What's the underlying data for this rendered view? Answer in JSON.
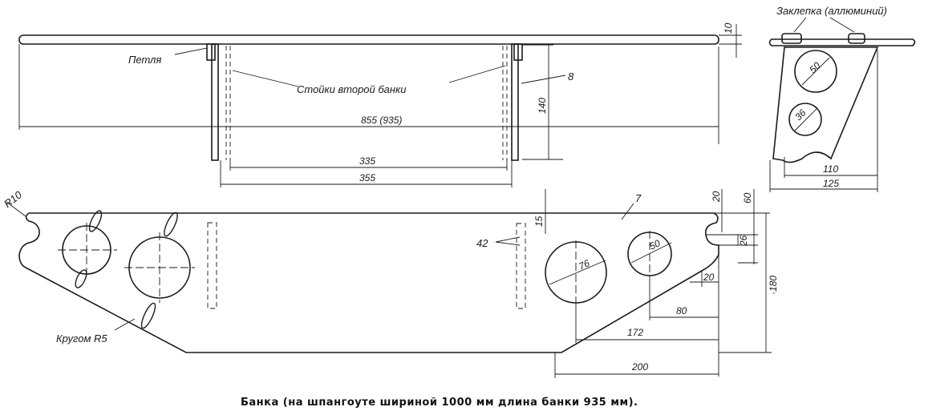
{
  "labels": {
    "loop": "Петля",
    "rivet": "Заклепка (аллюминий)",
    "posts": "Стойки второй банки",
    "part_8": "8",
    "part_7": "7",
    "part_42": "42",
    "fillet": "R10",
    "round": "Кругом R5"
  },
  "dimensions": {
    "d_10": "10",
    "d_140": "140",
    "d_855": "855 (935)",
    "d_335": "335",
    "d_355": "355",
    "d_50_top": "50",
    "d_36": "36",
    "d_110": "110",
    "d_125": "125",
    "d_15": "15",
    "d_20a": "20",
    "d_60": "60",
    "d_26": "26",
    "d_76": "76",
    "d_50": "50",
    "d_20b": "20",
    "d_80": "80",
    "d_172": "172",
    "d_180": "·180",
    "d_200": "200"
  },
  "caption": "Банка (на шпангоуте шириной 1000 мм длина банки 935 мм)."
}
